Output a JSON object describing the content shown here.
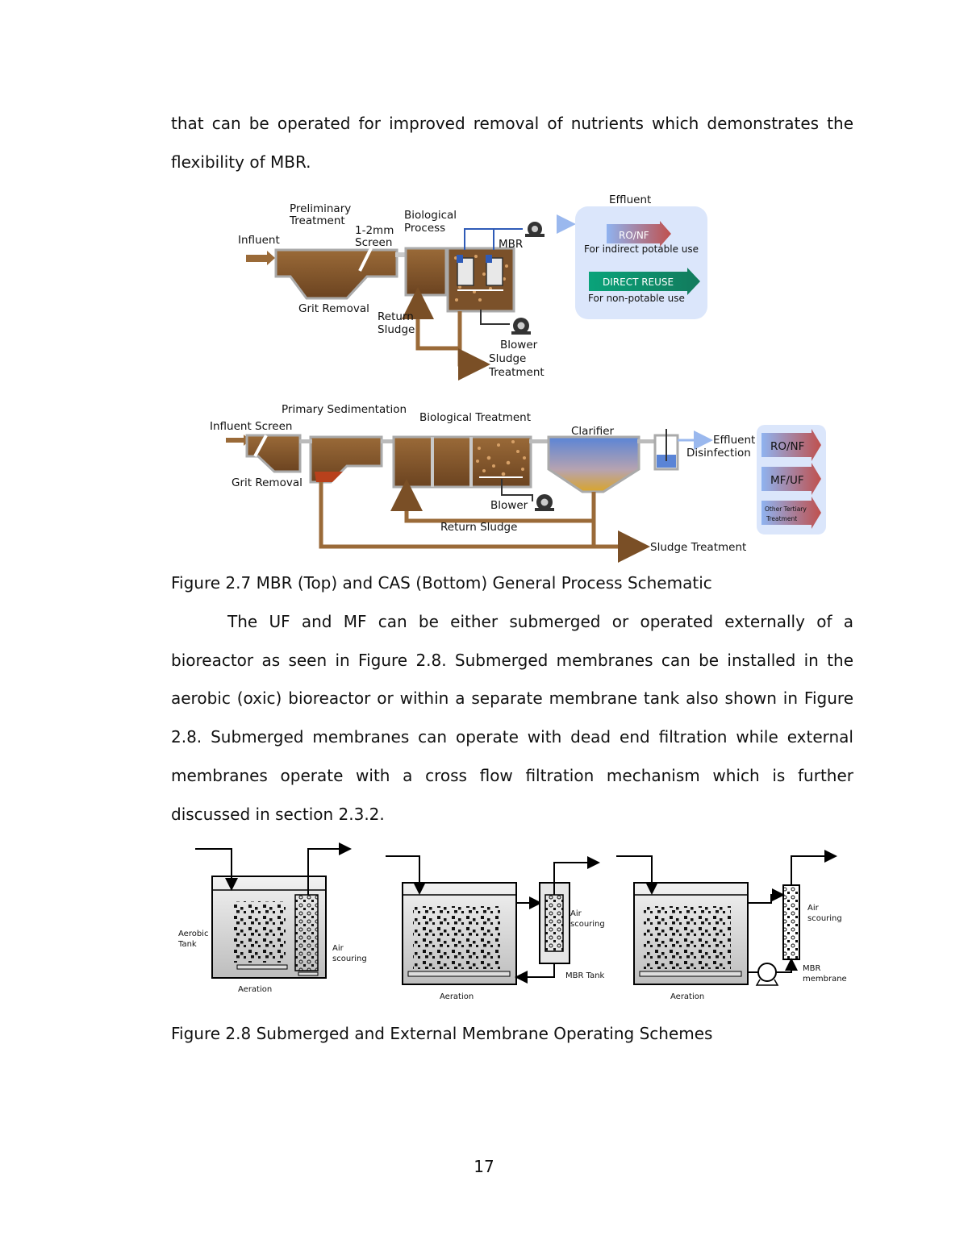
{
  "paragraphs": {
    "intro": "that can be operated for improved removal of nutrients which demonstrates the flexibility of MBR.",
    "body": "The UF and MF can be either submerged or operated externally of a bioreactor as seen in Figure 2.8. Submerged membranes can be installed in the aerobic (oxic) bioreactor or within a separate membrane tank also shown in Figure 2.8. Submerged membranes can operate with dead end filtration while external membranes operate with a cross flow filtration mechanism which is further discussed in section 2.3.2."
  },
  "figure_2_7": {
    "caption": "Figure 2.7 MBR (Top) and CAS (Bottom) General Process Schematic",
    "mbr": {
      "influent": "Influent",
      "preliminary_1": "Preliminary",
      "preliminary_2": "Treatment",
      "screen_1": "1-2mm",
      "screen_2": "Screen",
      "biological_1": "Biological",
      "biological_2": "Process",
      "mbr": "MBR",
      "grit_removal": "Grit Removal",
      "return_1": "Return",
      "return_2": "Sludge",
      "blower": "Blower",
      "sludge_1": "Sludge",
      "sludge_2": "Treatment",
      "effluent": "Effluent",
      "ro_nf": "RO/NF",
      "indirect": "For indirect potable use",
      "direct_reuse": "DIRECT REUSE",
      "non_potable": "For non-potable use"
    },
    "cas": {
      "primary_sed": "Primary Sedimentation",
      "influent_screen": "Influent Screen",
      "biological_treatment": "Biological Treatment",
      "clarifier": "Clarifier",
      "effluent": "Effluent",
      "disinfection": "Disinfection",
      "grit_removal": "Grit Removal",
      "blower": "Blower",
      "return_sludge": "Return Sludge",
      "sludge_treatment": "Sludge Treatment",
      "ro_nf": "RO/NF",
      "mf_uf": "MF/UF",
      "other_1": "Other Tertiary",
      "other_2": "Treatment"
    }
  },
  "figure_2_8": {
    "caption": "Figure 2.8 Submerged and External Membrane Operating Schemes",
    "panel1": {
      "aerobic_1": "Aerobic",
      "aerobic_2": "Tank",
      "air_1": "Air",
      "air_2": "scouring",
      "aeration": "Aeration"
    },
    "panel2": {
      "air_1": "Air",
      "air_2": "scouring",
      "mbr_tank": "MBR Tank",
      "aeration": "Aeration"
    },
    "panel3": {
      "air_1": "Air",
      "air_2": "scouring",
      "mbr_1": "MBR",
      "mbr_2": "membrane",
      "aeration": "Aeration"
    }
  },
  "page_number": "17",
  "colors": {
    "sludge_brown": "#8a5a2b",
    "effluent_panel": "#dbe6fb",
    "ro_arrow": "#c0504d",
    "direct_reuse": "#0f9a74"
  }
}
